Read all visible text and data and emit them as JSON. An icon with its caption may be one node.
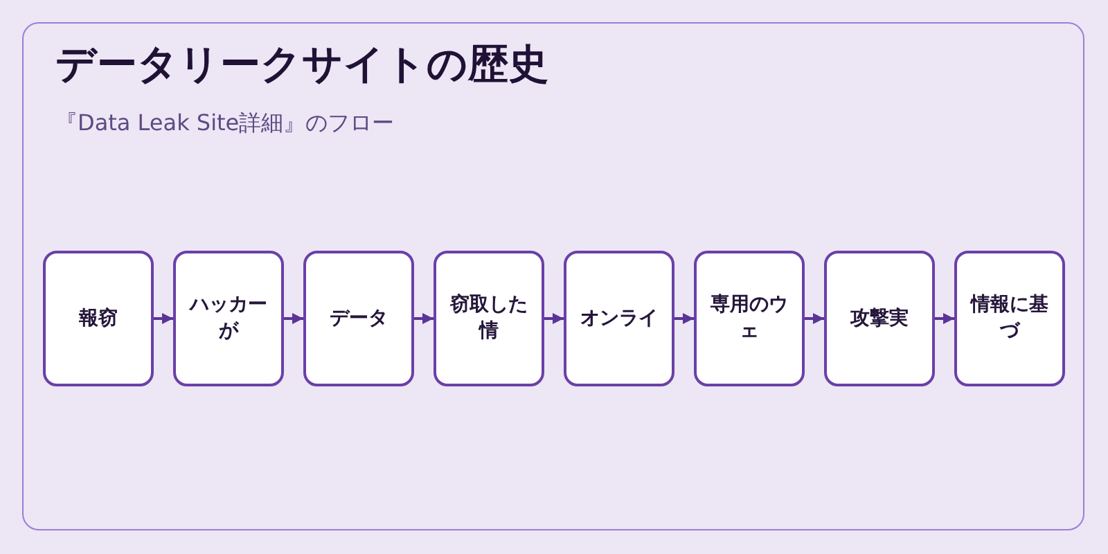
{
  "diagram": {
    "title": "データリークサイトの歴史",
    "nodes": [
      {
        "text": [
          "報窃"
        ]
      },
      {
        "text": [
          "ハッカーが"
        ]
      },
      {
        "text": [
          "データ"
        ]
      },
      {
        "text": [
          "窃取した情"
        ]
      },
      {
        "text": [
          "オンライ"
        ]
      },
      {
        "text": [
          "専用のウェ"
        ]
      },
      {
        "text": [
          "攻撃実"
        ]
      },
      {
        "text": [
          "情報に基づ"
        ]
      }
    ],
    "edges": [
      {
        "from": 0,
        "to": 1,
        "arrow": "to"
      },
      {
        "from": 1,
        "to": 2,
        "arrow": "to"
      },
      {
        "from": 2,
        "to": 3,
        "arrow": "to"
      },
      {
        "from": 3,
        "to": 4,
        "arrow": "to"
      },
      {
        "from": 4,
        "to": 5,
        "arrow": "to"
      },
      {
        "from": 5,
        "to": 6,
        "arrow": "to"
      },
      {
        "from": 6,
        "to": 7,
        "arrow": "to"
      }
    ],
    "labels": [
      "『Data Leak Site詳細』のフロー"
    ]
  }
}
